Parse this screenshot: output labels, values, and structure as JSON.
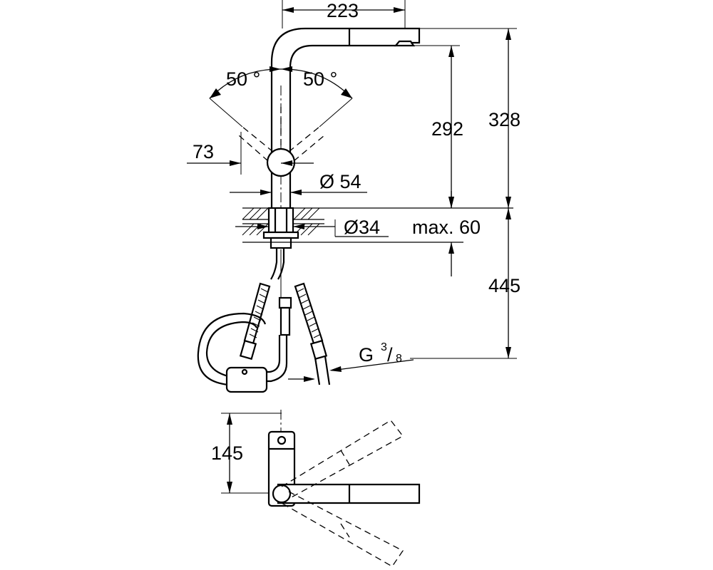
{
  "labels": {
    "projection_width": "223",
    "swivel_left": "50 °",
    "swivel_right": "50 °",
    "spout_height": "292",
    "total_height": "328",
    "lever_offset": "73",
    "body_diameter": "Ø 54",
    "hole_diameter": "Ø34",
    "max_thickness": "max. 60",
    "hose_length": "445",
    "connection_thread_g": "G",
    "connection_thread_num": "3",
    "connection_thread_slash": "/",
    "connection_thread_den": "8",
    "top_view_depth": "145"
  }
}
